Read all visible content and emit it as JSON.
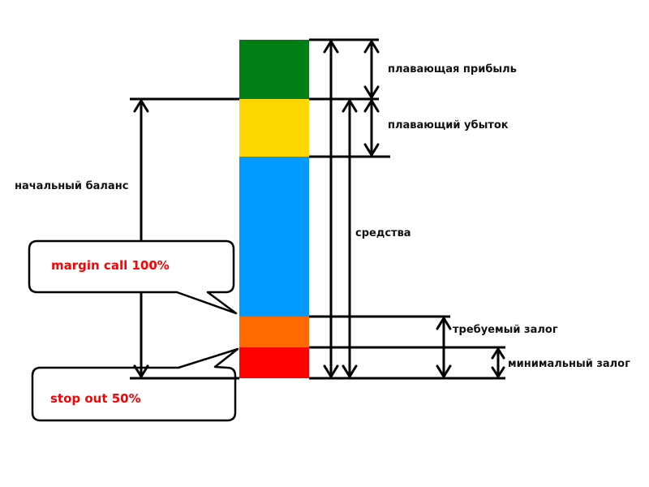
{
  "diagram": {
    "segments": [
      {
        "id": "floating-profit",
        "label": "плавающая прибыль",
        "color": "#008014"
      },
      {
        "id": "floating-loss",
        "label": "плавающий убыток",
        "color": "#FFD700"
      },
      {
        "id": "equity-body",
        "label": "",
        "color": "#0099FF"
      },
      {
        "id": "required-margin-part",
        "label": "",
        "color": "#FF6A00"
      },
      {
        "id": "minimum-margin-part",
        "label": "",
        "color": "#FF0000"
      }
    ],
    "labels": {
      "floating_profit": "плавающая прибыль",
      "floating_loss": "плавающий убыток",
      "initial_balance": "начальный баланс",
      "equity": "средства",
      "required_margin": "требуемый залог",
      "minimum_margin": "минимальный залог"
    },
    "callouts": {
      "margin_call": {
        "text": "margin call 100%",
        "color": "#FF0000"
      },
      "stop_out": {
        "text": "stop out 50%",
        "color": "#FF0000"
      }
    }
  }
}
